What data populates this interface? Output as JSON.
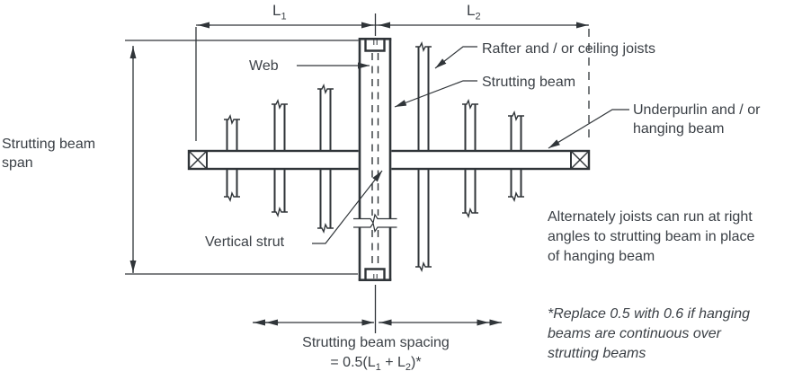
{
  "colors": {
    "background": "#ffffff",
    "line": "#303539",
    "text": "#3b4046"
  },
  "labels": {
    "l1": {
      "base": "L",
      "sub": "1"
    },
    "l2": {
      "base": "L",
      "sub": "2"
    },
    "span": {
      "line1": "Strutting beam",
      "line2": "span"
    },
    "web": "Web",
    "rafter": "Rafter and / or ceiling joists",
    "strutting_beam": "Strutting beam",
    "underpurlin": {
      "line1": "Underpurlin and / or",
      "line2": "hanging beam"
    },
    "vertical_strut": "Vertical strut",
    "spacing": {
      "title": "Strutting beam spacing",
      "formula": {
        "p1": "= 0.5(L",
        "s1": "1",
        "p2": " + L",
        "s2": "2",
        "p3": ")*"
      }
    }
  },
  "notes": {
    "alternate": {
      "line1": "Alternately joists can run at right",
      "line2": "angles to strutting beam in place",
      "line3": "of hanging beam"
    },
    "footnote": {
      "line1": "*Replace 0.5 with 0.6 if hanging",
      "line2": "beams are continuous over",
      "line3": "strutting beams"
    }
  }
}
